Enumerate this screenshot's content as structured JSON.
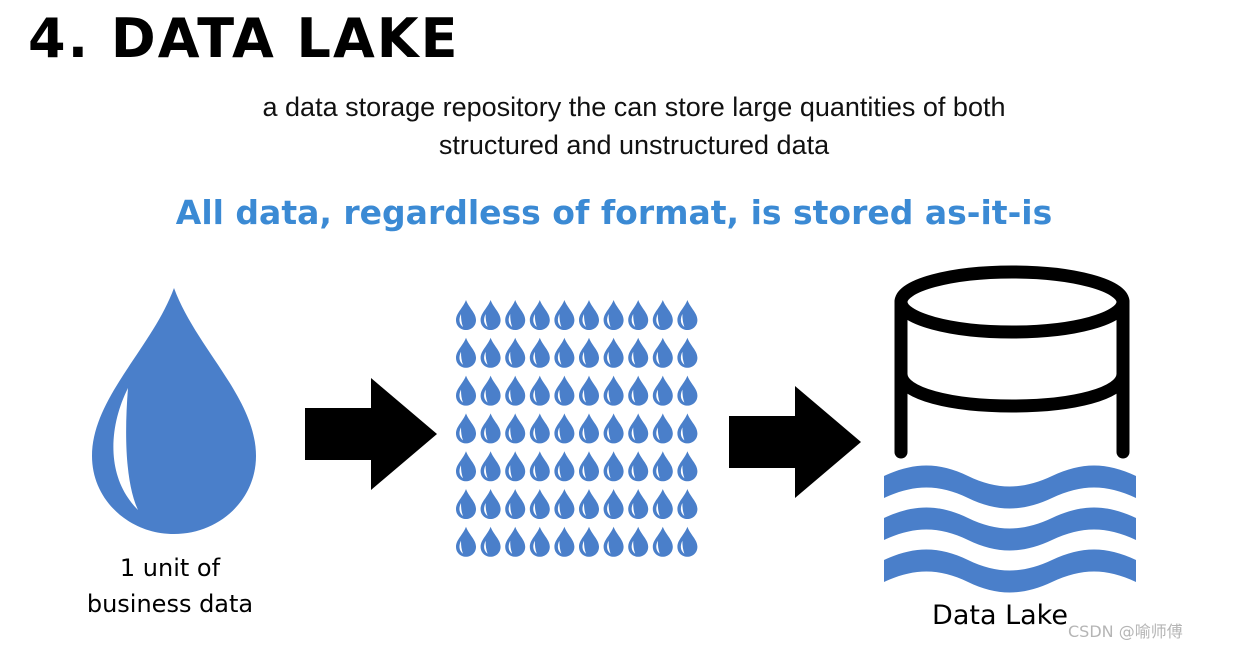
{
  "title": "4. DATA LAKE",
  "subtitle": {
    "line1": "a data storage repository the can store large quantities of both",
    "line2": "structured and unstructured data"
  },
  "tagline": "All data, regardless of format, is stored as-it-is",
  "captions": {
    "unit_line1": "1 unit of",
    "unit_line2": "business data",
    "lake": "Data Lake"
  },
  "watermark": "CSDN @喻师傅",
  "colors": {
    "accent": "#3b8ad4",
    "drop": "#4a7fca",
    "text": "#000000"
  },
  "icons": {
    "single_drop": "water-drop-icon",
    "drop_grid": "drop-grid-icon",
    "arrows": "arrow-right-icon",
    "database": "database-cylinder-icon",
    "waves": "water-waves-icon"
  },
  "drop_grid": {
    "rows": 7,
    "cols": 10
  }
}
